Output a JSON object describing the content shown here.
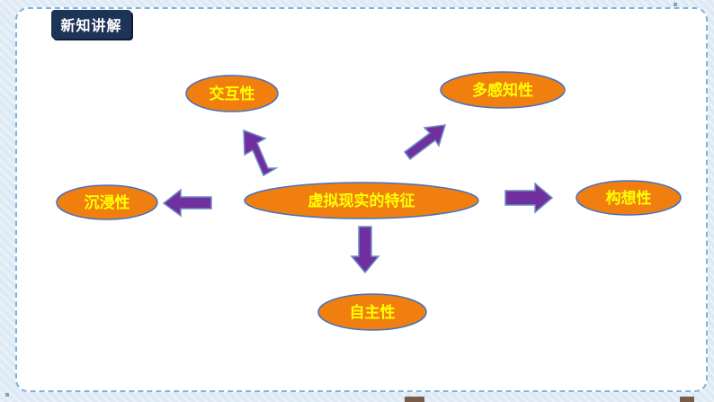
{
  "slide": {
    "title_tag": "新知讲解"
  },
  "diagram": {
    "center": "虚拟现实的特征",
    "features": {
      "interactivity": "交互性",
      "multisensory": "多感知性",
      "immersion": "沉浸性",
      "imagination": "构想性",
      "autonomy": "自主性"
    }
  },
  "colors": {
    "node_fill": "#f07f0f",
    "node_stroke": "#4472c4",
    "node_text": "#ffff00",
    "arrow_fill": "#7030a0",
    "arrow_stroke": "#5a7fbf",
    "title_bg": "#1e3457"
  }
}
